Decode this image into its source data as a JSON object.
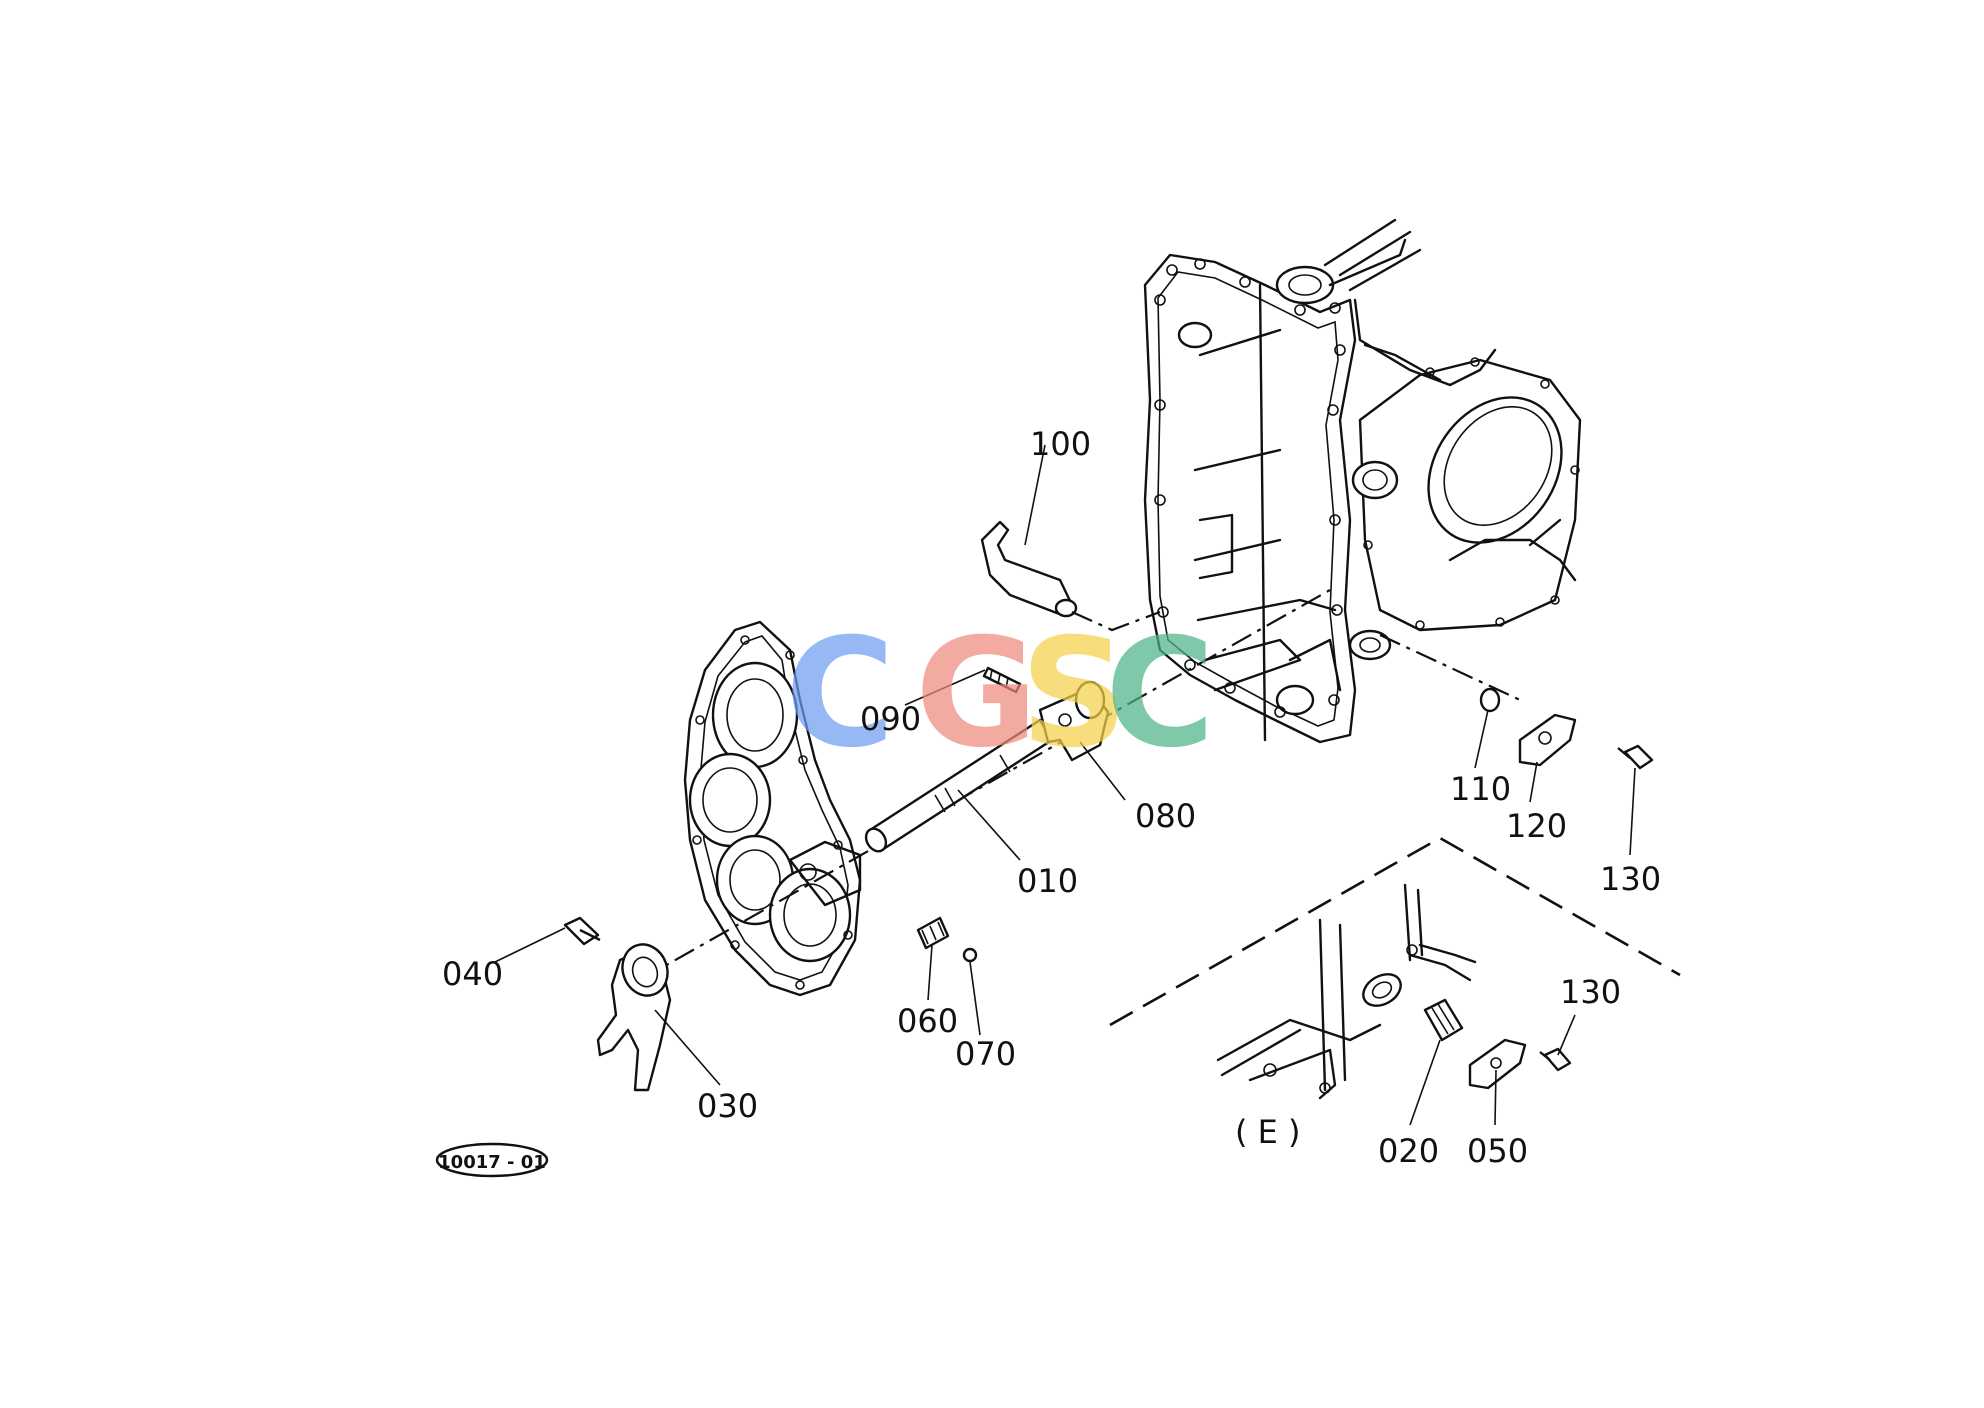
{
  "diagram": {
    "code": "10017 - 01",
    "view_label": "( E )",
    "watermark": {
      "letters": [
        {
          "text": "C",
          "color": "#6f9ef0"
        },
        {
          "text": "G",
          "color": "#ef8c7e"
        },
        {
          "text": "S",
          "color": "#f6d04c"
        },
        {
          "text": "C",
          "color": "#4fb489"
        }
      ]
    },
    "callouts": {
      "c010": "010",
      "c020": "020",
      "c030": "030",
      "c040": "040",
      "c050": "050",
      "c060": "060",
      "c070": "070",
      "c080": "080",
      "c090": "090",
      "c100": "100",
      "c110": "110",
      "c120": "120",
      "c130a": "130",
      "c130b": "130"
    }
  }
}
